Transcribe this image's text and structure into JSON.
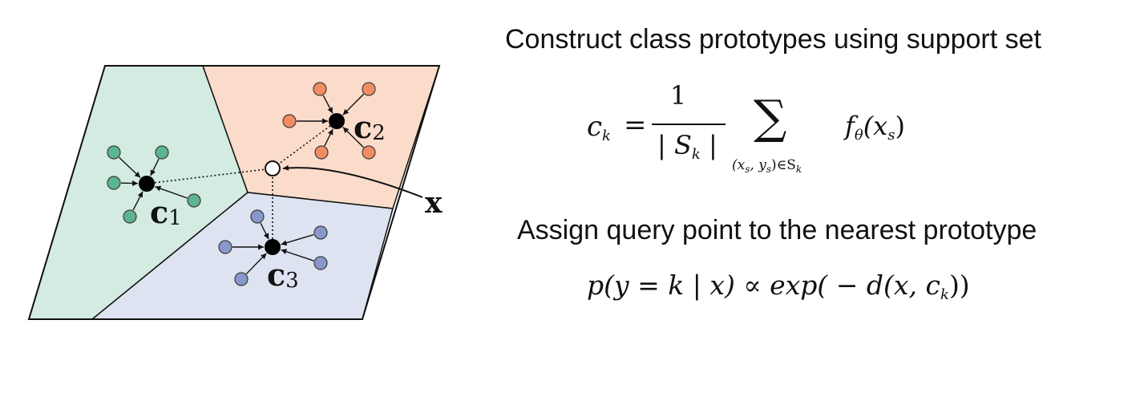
{
  "diagram": {
    "prototypes": [
      {
        "symbol": "c",
        "index": "1"
      },
      {
        "symbol": "c",
        "index": "2"
      },
      {
        "symbol": "c",
        "index": "3"
      }
    ],
    "query_label": "x",
    "colors": {
      "class1_fill": "#d3ebe0",
      "class1_point": "#5cb592",
      "class2_fill": "#fbdccb",
      "class2_point": "#f28d63",
      "class3_fill": "#dde3f0",
      "class3_point": "#8898cb"
    }
  },
  "text": {
    "heading1": "Construct class prototypes using support set",
    "heading2": "Assign query point to the nearest prototype"
  },
  "formula1": {
    "lhs_var": "c",
    "lhs_sub": "k",
    "equals": "=",
    "numerator": "1",
    "denom_var": "S",
    "denom_sub": "k",
    "sum_symbol": "∑",
    "sum_index": "(x",
    "sum_index_s": "s",
    "sum_index_mid": ",  y",
    "sum_index_s2": "s",
    "sum_index_in": ")∈S",
    "sum_index_k": "k",
    "func": "f",
    "func_sub": "θ",
    "arg_open": "(x",
    "arg_sub": "s",
    "arg_close": ")"
  },
  "formula2": {
    "expr": "p(y = k | x) ∝ exp( − d(x,  c",
    "expr_sub": "k",
    "expr_end": "))"
  }
}
